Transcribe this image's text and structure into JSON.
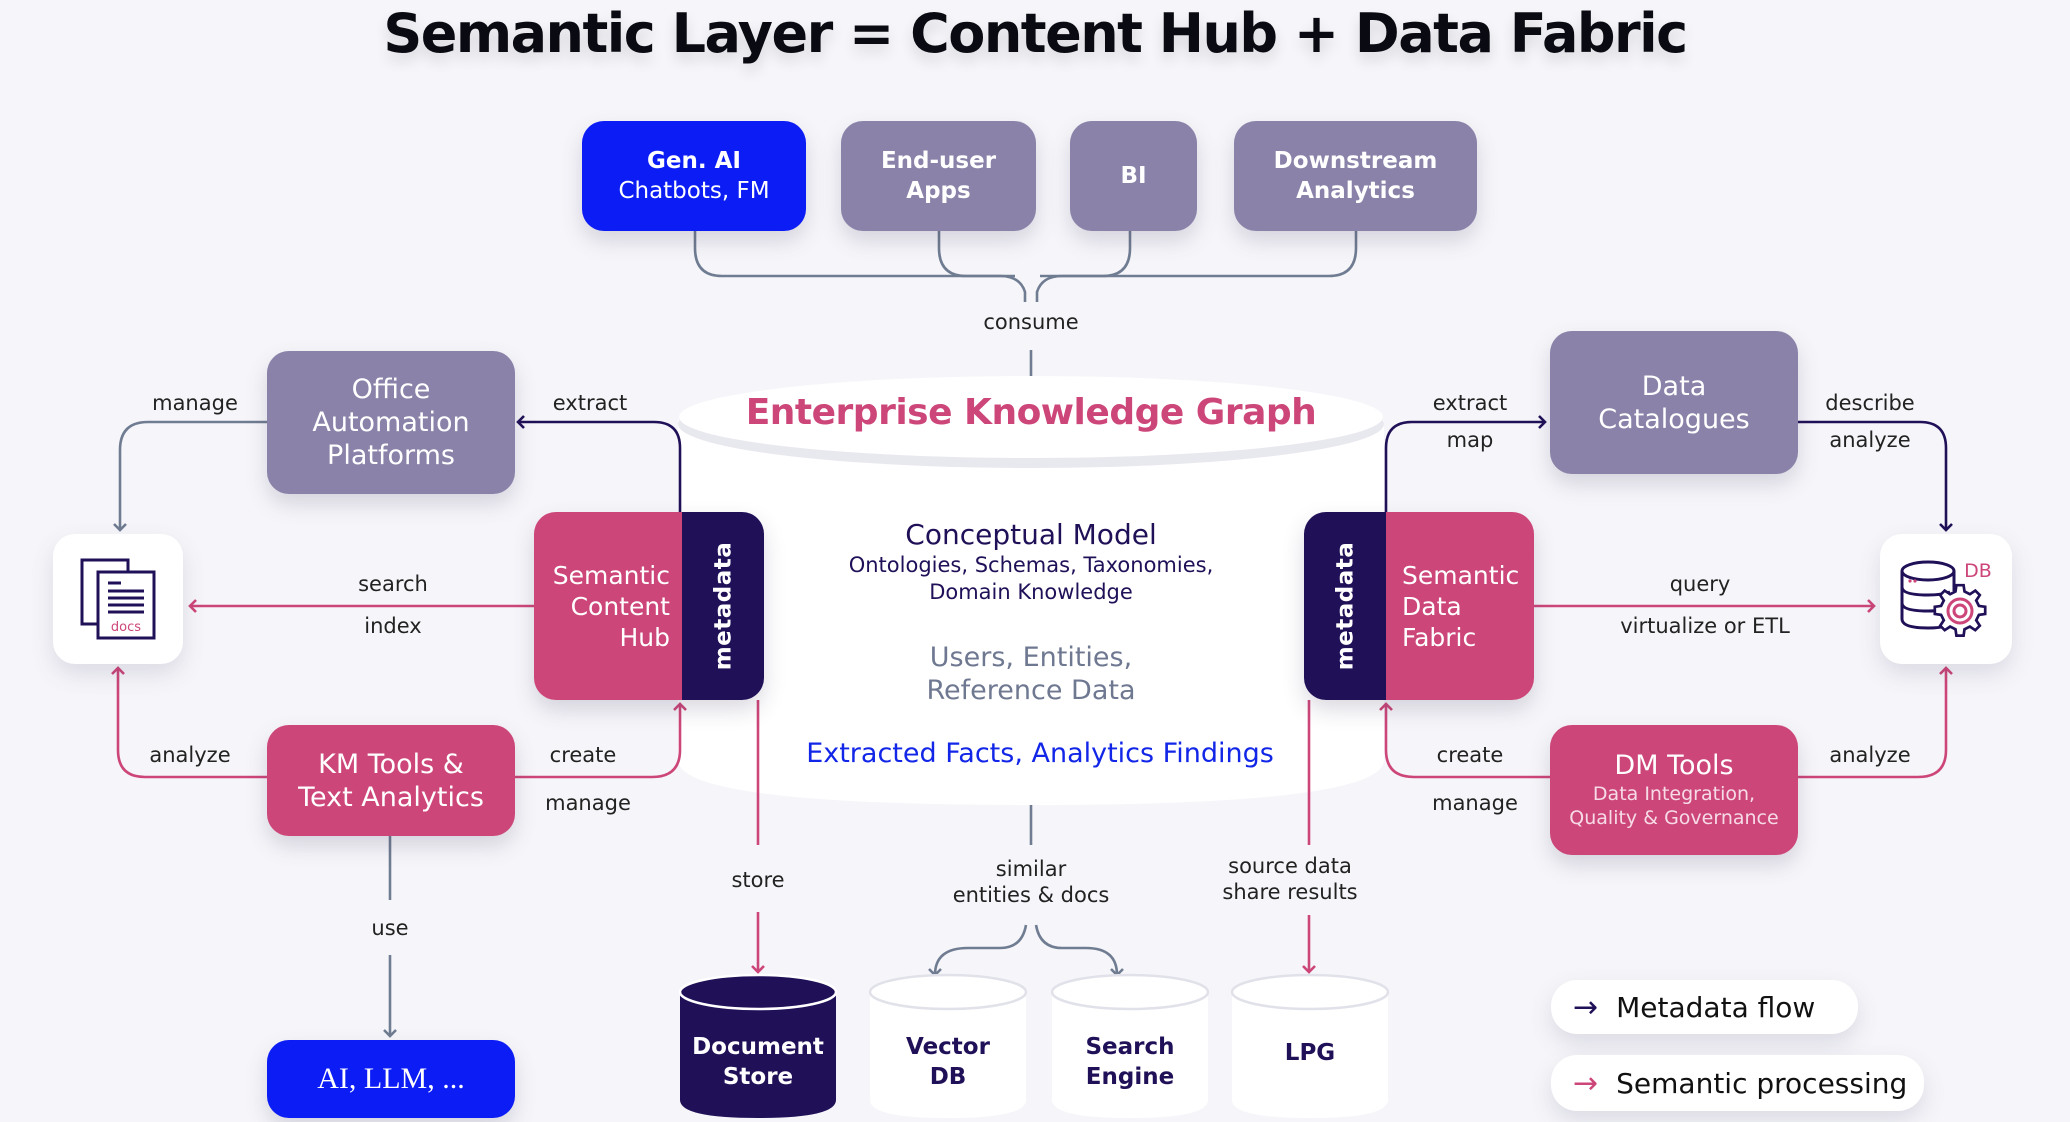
{
  "title": "Semantic Layer = Content Hub + Data Fabric",
  "colors": {
    "accent_pink": "#cd4679",
    "navy": "#201058",
    "purple_gray": "#8a82a9",
    "bright_blue": "#0b1cf5",
    "connector_gray": "#6f7c91"
  },
  "consumers": [
    {
      "line1": "Gen. AI",
      "line2": "Chatbots, FM"
    },
    {
      "line1": "End-user",
      "line2": "Apps"
    },
    {
      "line1": "BI",
      "line2": ""
    },
    {
      "line1": "Downstream",
      "line2": "Analytics"
    }
  ],
  "labels": {
    "consume": "consume",
    "manage_left": "manage",
    "extract_left": "extract",
    "search": "search",
    "index": "index",
    "analyze_left": "analyze",
    "create_left": "create",
    "manage_left_bottom": "manage",
    "use": "use",
    "store": "store",
    "similar": "similar",
    "entities_docs": "entities & docs",
    "source_data": "source data",
    "share_results": "share results",
    "extract_right": "extract",
    "map": "map",
    "describe": "describe",
    "analyze_right_top": "analyze",
    "query": "query",
    "virtualize": "virtualize or ETL",
    "create_right": "create",
    "manage_right": "manage",
    "analyze_right": "analyze"
  },
  "office_automation": {
    "line1": "Office",
    "line2": "Automation",
    "line3": "Platforms"
  },
  "data_catalogues": {
    "line1": "Data",
    "line2": "Catalogues"
  },
  "content_hub": {
    "line1": "Semantic",
    "line2": "Content",
    "line3": "Hub",
    "strip": "metadata"
  },
  "data_fabric": {
    "line1": "Semantic",
    "line2": "Data",
    "line3": "Fabric",
    "strip": "metadata"
  },
  "km_tools": {
    "line1": "KM Tools &",
    "line2": "Text Analytics"
  },
  "dm_tools": {
    "line1": "DM Tools",
    "line2": "Data Integration,",
    "line3": "Quality & Governance"
  },
  "ai_llm": {
    "label": "AI, LLM, ..."
  },
  "docs_icon": {
    "caption": "docs",
    "icon": "documents-icon"
  },
  "db_icon": {
    "caption": "DB",
    "icon": "database-gear-icon"
  },
  "ekg": {
    "title": "Enterprise Knowledge Graph",
    "conceptual_title": "Conceptual Model",
    "conceptual_sub1": "Ontologies, Schemas, Taxonomies,",
    "conceptual_sub2": "Domain Knowledge",
    "users1": "Users, Entities,",
    "users2": "Reference Data",
    "facts": "Extracted Facts, Analytics Findings"
  },
  "stores": [
    {
      "line1": "Document",
      "line2": "Store"
    },
    {
      "line1": "Vector",
      "line2": "DB"
    },
    {
      "line1": "Search",
      "line2": "Engine"
    },
    {
      "line1": "LPG",
      "line2": ""
    }
  ],
  "legend": [
    {
      "arrow": "→",
      "label": "Metadata flow",
      "color": "#201058"
    },
    {
      "arrow": "→",
      "label": "Semantic processing",
      "color": "#cd4679"
    }
  ]
}
